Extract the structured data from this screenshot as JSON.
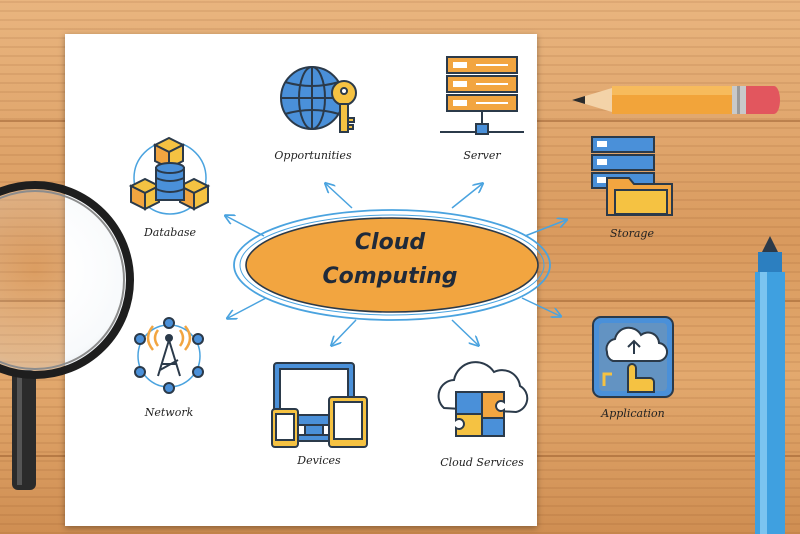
{
  "title": {
    "line1": "Cloud",
    "line2": "Computing"
  },
  "nodes": {
    "opportunities": "Opportunities",
    "server": "Server",
    "database": "Database",
    "storage": "Storage",
    "network": "Network",
    "application": "Application",
    "devices": "Devices",
    "cloud_services": "Cloud Services"
  },
  "colors": {
    "accent_orange": "#f2a540",
    "ellipse_stroke": "#4aa3df",
    "icon_blue": "#4a90d9",
    "icon_yellow": "#f5c242",
    "icon_outline": "#2b3a4a"
  }
}
